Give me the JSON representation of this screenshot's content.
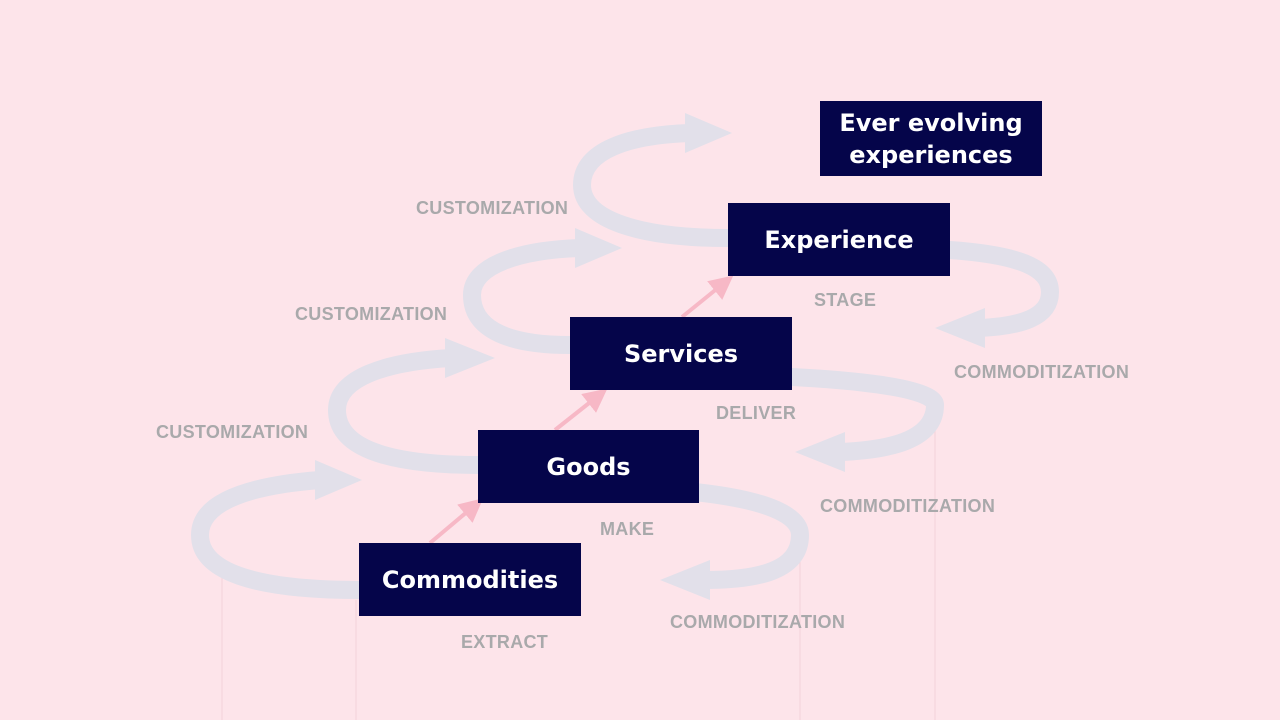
{
  "diagram": {
    "stages": [
      {
        "label": "Commodities",
        "verb": "EXTRACT"
      },
      {
        "label": "Goods",
        "verb": "MAKE"
      },
      {
        "label": "Services",
        "verb": "DELIVER"
      },
      {
        "label": "Experience",
        "verb": "STAGE"
      }
    ],
    "top_box": "Ever evolving experiences",
    "customization_labels": [
      "CUSTOMIZATION",
      "CUSTOMIZATION",
      "CUSTOMIZATION"
    ],
    "commoditization_labels": [
      "COMMODITIZATION",
      "COMMODITIZATION",
      "COMMODITIZATION"
    ]
  },
  "colors": {
    "background": "#fde4ea",
    "box": "#05054a",
    "box_text": "#ffffff",
    "label_text": "#a9a9ab",
    "spiral": "#e2e0ea",
    "progression_arrow": "#f7b8c6"
  }
}
